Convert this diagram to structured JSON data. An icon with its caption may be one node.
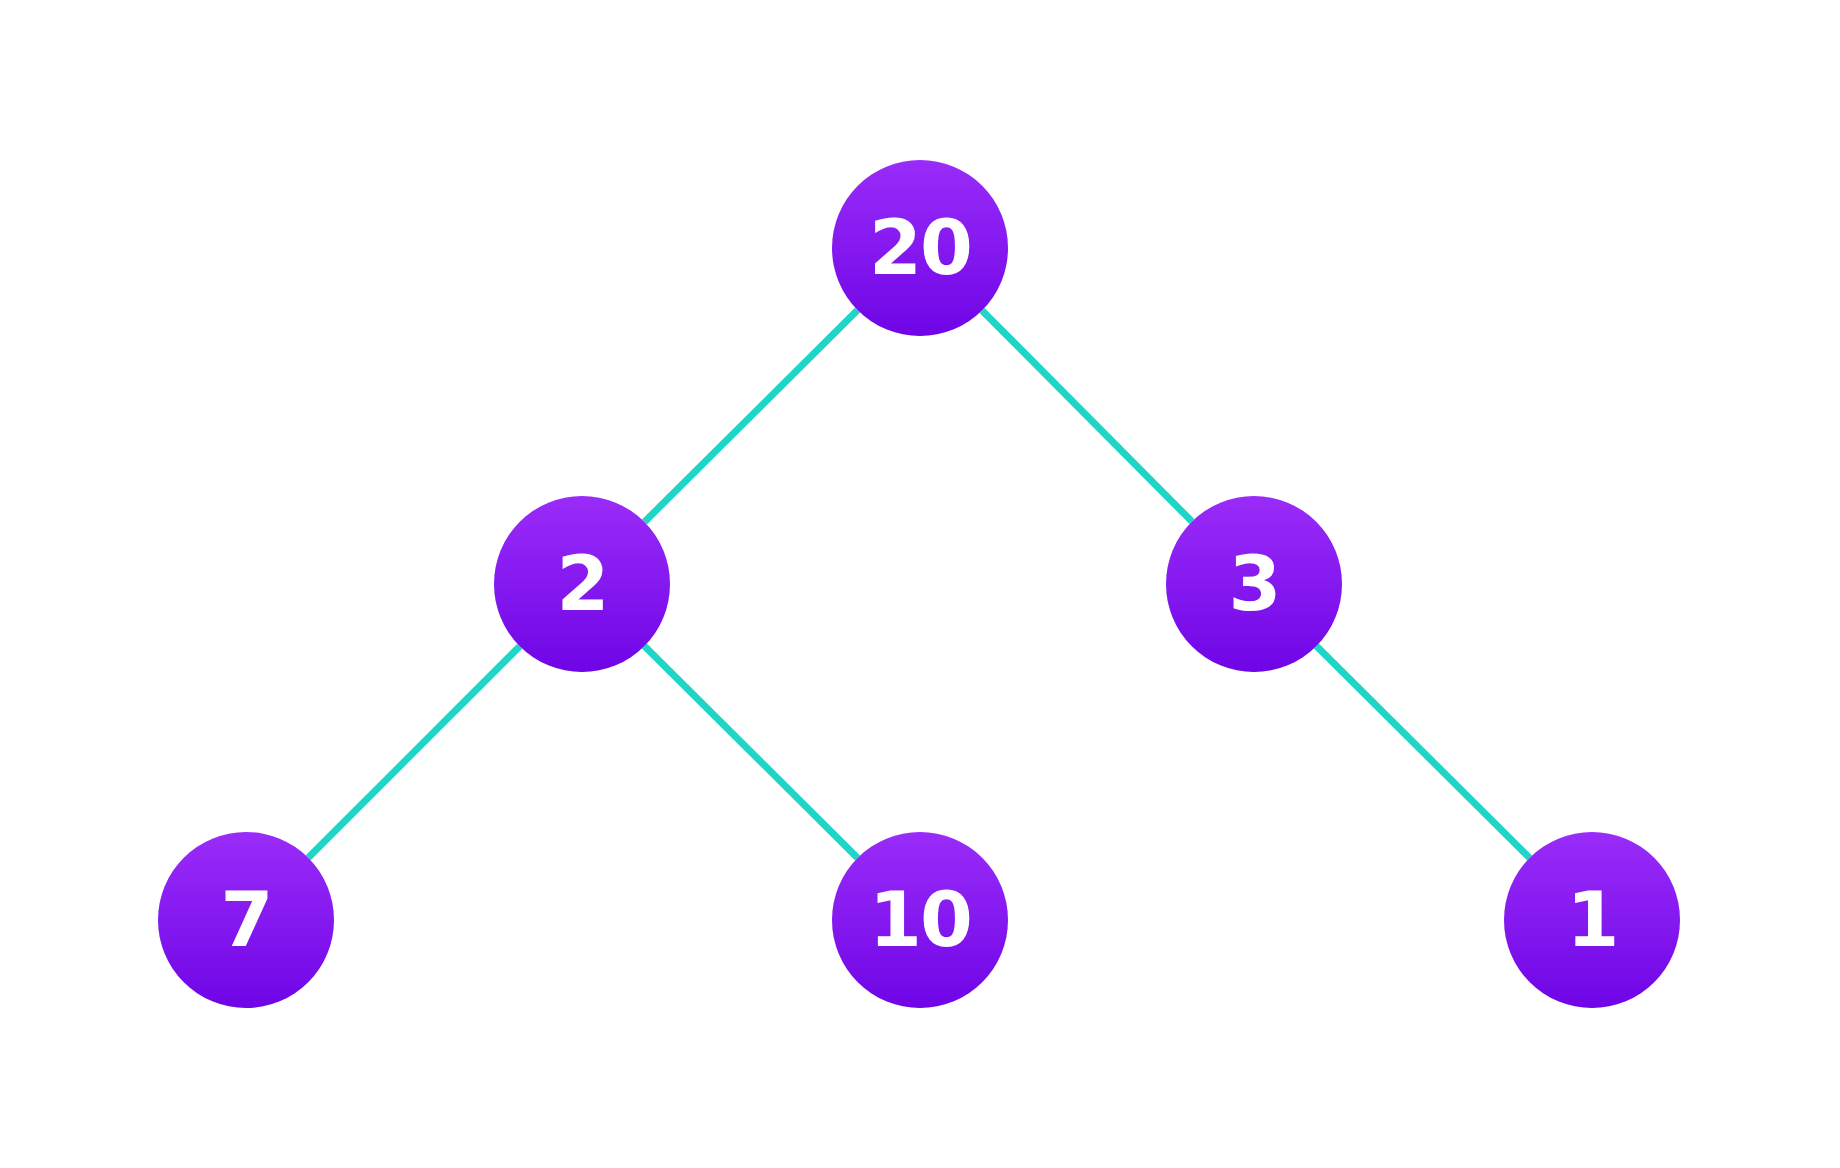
{
  "diagram": {
    "nodes": [
      {
        "text": [
          "20"
        ]
      },
      {
        "text": [
          "2"
        ]
      },
      {
        "text": [
          "3"
        ]
      },
      {
        "text": [
          "7"
        ]
      },
      {
        "text": [
          "10"
        ]
      },
      {
        "text": [
          "1"
        ]
      }
    ],
    "edges": [
      {
        "from": 0,
        "to": 1,
        "arrow": "none"
      },
      {
        "from": 0,
        "to": 2,
        "arrow": "none"
      },
      {
        "from": 1,
        "to": 3,
        "arrow": "none"
      },
      {
        "from": 1,
        "to": 4,
        "arrow": "none"
      },
      {
        "from": 2,
        "to": 5,
        "arrow": "none"
      }
    ]
  }
}
